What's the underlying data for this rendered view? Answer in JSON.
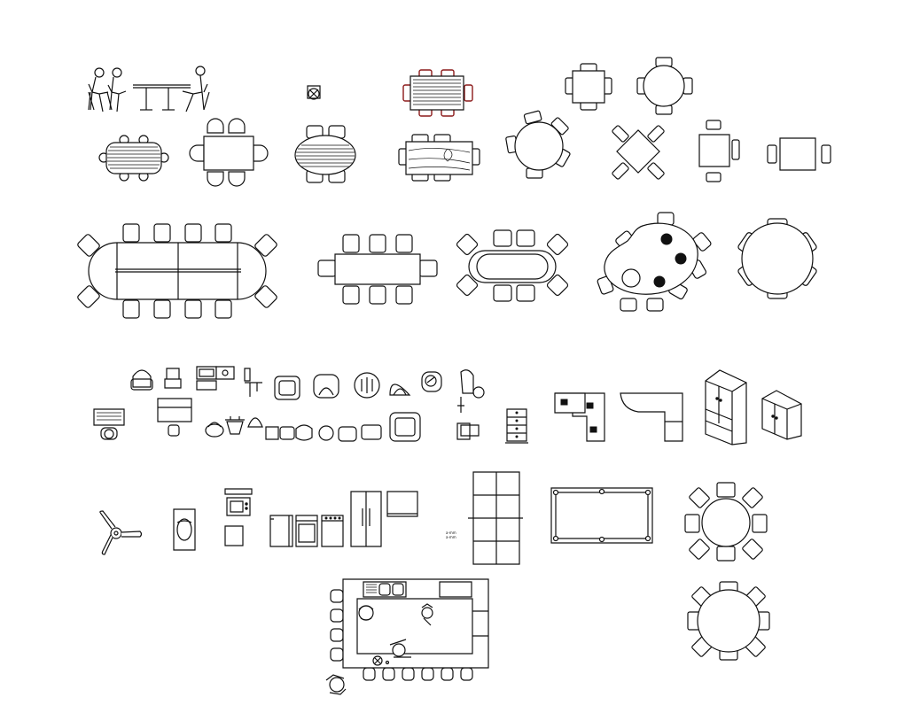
{
  "drawing": {
    "background": "#ffffff",
    "line_color": "#111111",
    "accent_chair_color": "#8b1a1a",
    "rows": [
      {
        "row": 1,
        "items": [
          "meeting-table-people-elevation",
          "small-plant-symbol",
          "wood-dining-table-red-chairs",
          "square-table-4-chairs",
          "round-table-4-chairs"
        ]
      },
      {
        "row": 2,
        "items": [
          "rounded-wood-table-6-chairs",
          "rect-table-4-chairs",
          "oval-wood-table-4-chairs",
          "wood-grain-table-6-chairs",
          "round-table-5-chairs",
          "diamond-table-4-chairs",
          "square-table-2-chairs-vertical",
          "square-table-2-chairs-horizontal"
        ]
      },
      {
        "row": 3,
        "items": [
          "capsule-conference-table-12-chairs",
          "rect-table-8-chairs",
          "racetrack-table-10-chairs",
          "kidney-table-8-chairs",
          "round-table-6-chairs"
        ]
      },
      {
        "row": 4,
        "items": [
          "office-chairs-and-desks-set",
          "filing-cabinet",
          "l-shaped-desk",
          "curved-l-desk",
          "tall-wardrobe",
          "low-cabinet"
        ]
      },
      {
        "row": 5,
        "items": [
          "ceiling-fan",
          "bathtub-toilet",
          "microwave-oven",
          "kitchen-appliances",
          "refrigerator",
          "tv",
          "table-tennis-table",
          "pool-table",
          "round-table-8-chairs"
        ]
      },
      {
        "row": 6,
        "items": [
          "kitchen-island-with-stools",
          "round-table-8-chairs-lower"
        ]
      }
    ]
  }
}
